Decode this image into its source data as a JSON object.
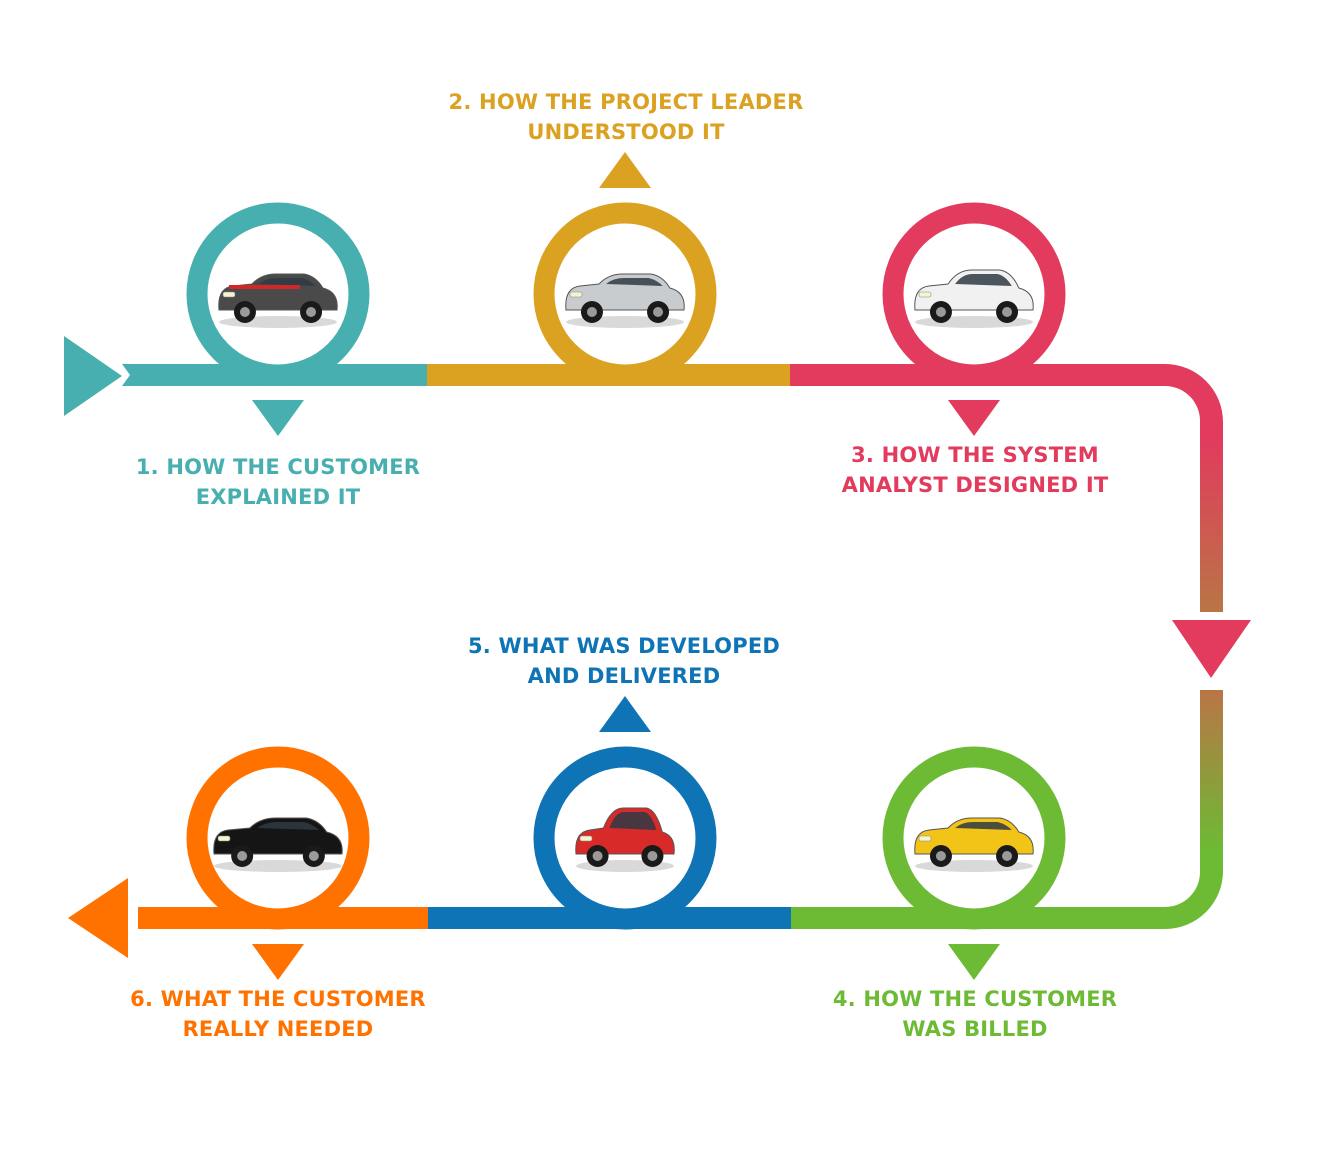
{
  "colors": {
    "teal": "#47AFAF",
    "gold": "#DBA121",
    "pink": "#E23B5D",
    "green": "#6DBA34",
    "blue": "#0E74B6",
    "orange": "#FF7200",
    "brown": "#B97546"
  },
  "steps": [
    {
      "id": "step-1",
      "line1": "1. HOW THE CUSTOMER",
      "line2": "EXPLAINED IT",
      "color": "#47AFAF",
      "car": "sports-car-icon",
      "car_color": "#4A4A4A"
    },
    {
      "id": "step-2",
      "line1": "2. HOW THE PROJECT LEADER",
      "line2": "UNDERSTOOD IT",
      "color": "#DBA121",
      "car": "sedan-icon",
      "car_color": "#C9CCCE"
    },
    {
      "id": "step-3",
      "line1": "3. HOW THE SYSTEM",
      "line2": "ANALYST DESIGNED IT",
      "color": "#E23B5D",
      "car": "hatchback-icon",
      "car_color": "#F1F1F1"
    },
    {
      "id": "step-4",
      "line1": "4. HOW THE CUSTOMER",
      "line2": "WAS BILLED",
      "color": "#6DBA34",
      "car": "supercar-icon",
      "car_color": "#F2C418"
    },
    {
      "id": "step-5",
      "line1": "5. WHAT WAS DEVELOPED",
      "line2": "AND DELIVERED",
      "color": "#0E74B6",
      "car": "microcar-icon",
      "car_color": "#D92A2A"
    },
    {
      "id": "step-6",
      "line1": "6. WHAT THE CUSTOMER",
      "line2": "REALLY NEEDED",
      "color": "#FF7200",
      "car": "limousine-icon",
      "car_color": "#151515"
    }
  ]
}
